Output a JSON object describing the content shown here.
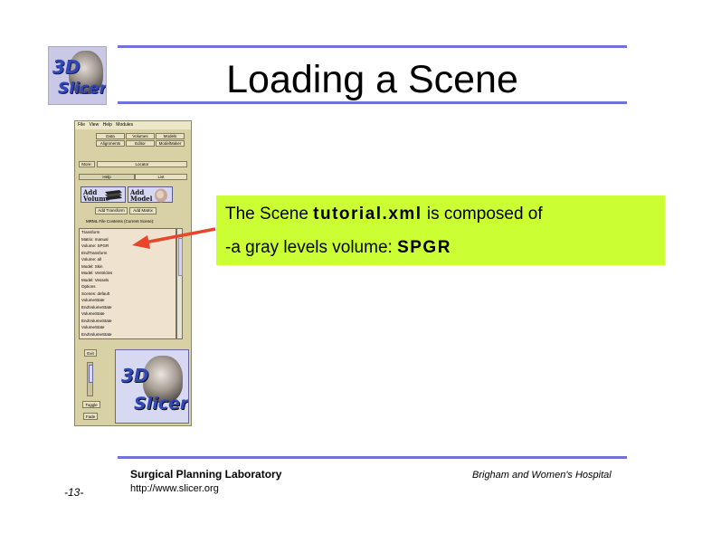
{
  "slide": {
    "title": "Loading a Scene",
    "logo_text_top": "3D",
    "logo_text_bottom": "Slicer"
  },
  "slicer_window": {
    "menu": [
      "File",
      "View",
      "Help",
      "Modules"
    ],
    "module_tabs_row1": [
      "Data",
      "Volumes",
      "Models"
    ],
    "module_tabs_row2": [
      "Alignments",
      "Editor",
      "ModelMaker"
    ],
    "more_label": "More:",
    "locator_label": "Locator",
    "subtabs": [
      "Help",
      "List"
    ],
    "add_volume_label": "Add Volume",
    "add_model_label": "Add Model",
    "add_transform_label": "Add Transform",
    "add_matrix_label": "Add Matrix",
    "mrml_header": "MRML File Contents (Current Scene):",
    "mrml_items": [
      "Transform",
      "  Matrix: manual",
      "  Volume: SPGR",
      "EndTransform",
      "Volume: all",
      "Model: Skin",
      "Model: Ventricles",
      "Model: Vessels",
      "Options",
      "Scenes: default",
      "  VolumeState",
      "  EndVolumeState",
      "  VolumeState",
      "  EndVolumeState",
      "  VolumeState",
      "  EndVolumeState"
    ],
    "exit_label": "Exit",
    "toggle_label": "Toggle",
    "fade_label": "Fade",
    "image_text_top": "3D",
    "image_text_bottom": "Slicer"
  },
  "callout": {
    "line1_pre": "The Scene ",
    "line1_bold": "tutorial.xml",
    "line1_post": " is composed of",
    "line2_pre": "-a gray levels volume: ",
    "line2_bold": "SPGR"
  },
  "footer": {
    "lab": "Surgical Planning Laboratory",
    "url": "http://www.slicer.org",
    "hospital": "Brigham and Women's Hospital",
    "page": "-13-"
  },
  "colors": {
    "rule": "#6f72d6",
    "callout_bg": "#ccff33",
    "arrow": "#e8452a"
  }
}
